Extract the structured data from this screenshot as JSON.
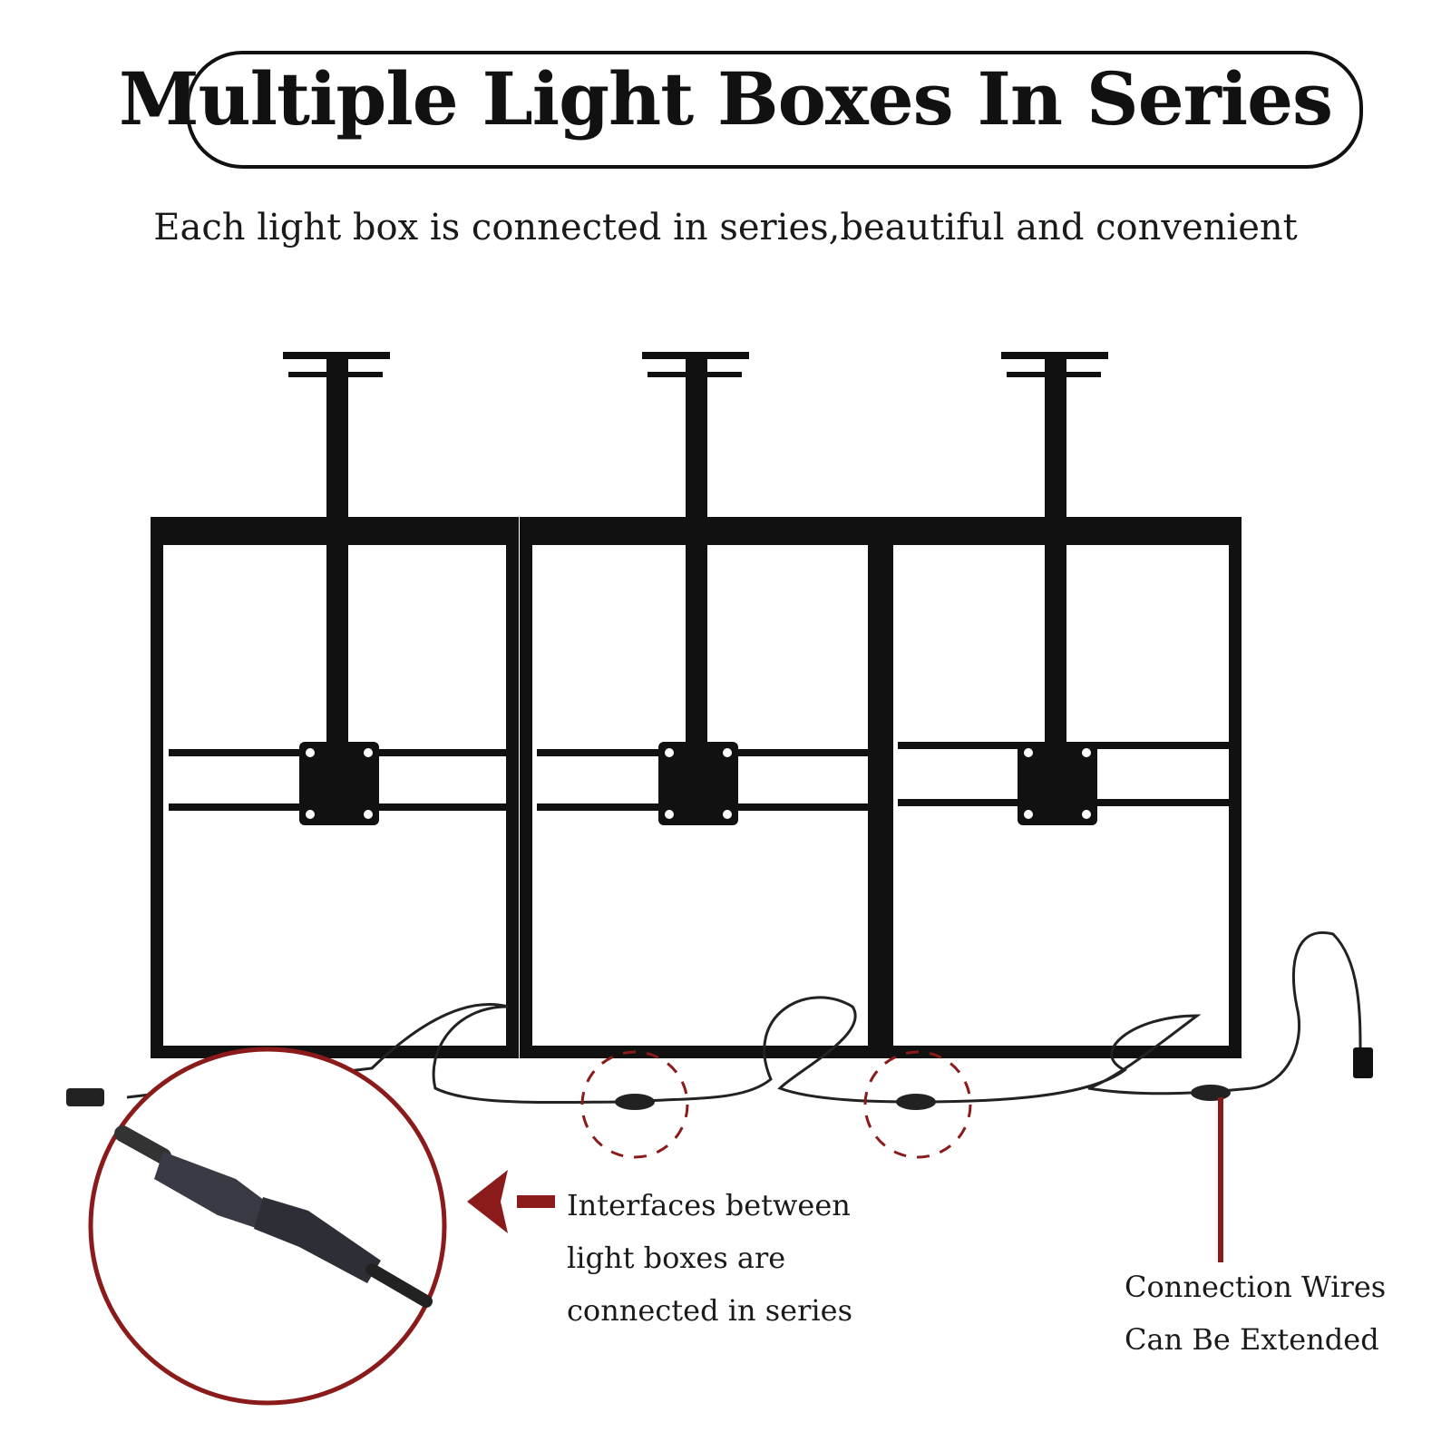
{
  "title": "Multiple Light Boxes In Series",
  "subtitle": "Each light box is connected in series,beautiful and convenient",
  "interfaces_caption": {
    "line1": "Interfaces between",
    "line2": "light boxes are",
    "line3": "connected in series"
  },
  "wires_caption": {
    "line1": "Connection Wires",
    "line2": "Can Be Extended"
  },
  "colors": {
    "frame": "#111111",
    "accent_red": "#8b1a1a",
    "wire": "#222222",
    "connector": "#3a3a44"
  },
  "light_box_count": 3
}
